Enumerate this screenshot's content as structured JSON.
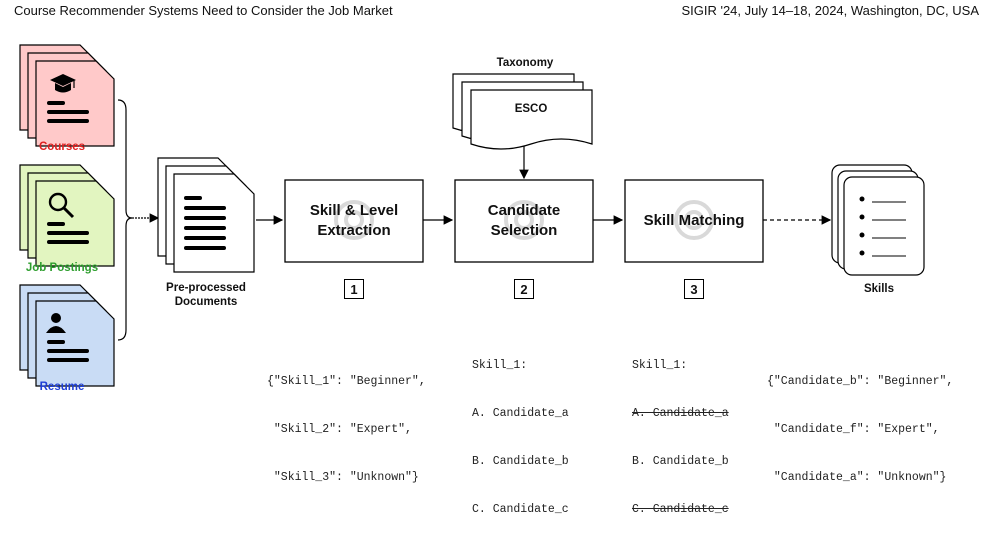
{
  "header": {
    "left": "Course Recommender Systems Need to Consider the Job Market",
    "right": "SIGIR '24, July 14–18, 2024, Washington, DC, USA"
  },
  "inputs": [
    {
      "label": "Courses",
      "color": "#e02020",
      "fill": "#ffc9c9",
      "icon": "graduation-cap-icon"
    },
    {
      "label": "Job Postings",
      "color": "#2e9e2e",
      "fill": "#e2f5c0",
      "icon": "magnifier-icon"
    },
    {
      "label": "Resume",
      "color": "#1f3fd6",
      "fill": "#c9dcf5",
      "icon": "person-icon"
    }
  ],
  "preprocessed_label_line1": "Pre-processed",
  "preprocessed_label_line2": "Documents",
  "taxonomy": {
    "title": "Taxonomy",
    "name": "ESCO"
  },
  "steps": [
    {
      "line1": "Skill & Level",
      "line2": "Extraction",
      "number": "1"
    },
    {
      "line1": "Candidate",
      "line2": "Selection",
      "number": "2"
    },
    {
      "line1": "Skill Matching",
      "line2": "",
      "number": "3"
    }
  ],
  "output_label": "Skills",
  "examples": {
    "extraction": [
      "{\"Skill_1\": \"Beginner\",",
      " \"Skill_2\": \"Expert\",",
      " \"Skill_3\": \"Unknown\"}"
    ],
    "selection_title": "Skill_1:",
    "selection": [
      "A. Candidate_a",
      "B. Candidate_b",
      "C. Candidate_c"
    ],
    "matching_title": "Skill_1:",
    "matching": [
      "A. Candidate_a",
      "B. Candidate_b",
      "C. Candidate_c"
    ],
    "result": [
      "{\"Candidate_b\": \"Beginner\",",
      " \"Candidate_f\": \"Expert\",",
      " \"Candidate_a\": \"Unknown\"}"
    ]
  }
}
